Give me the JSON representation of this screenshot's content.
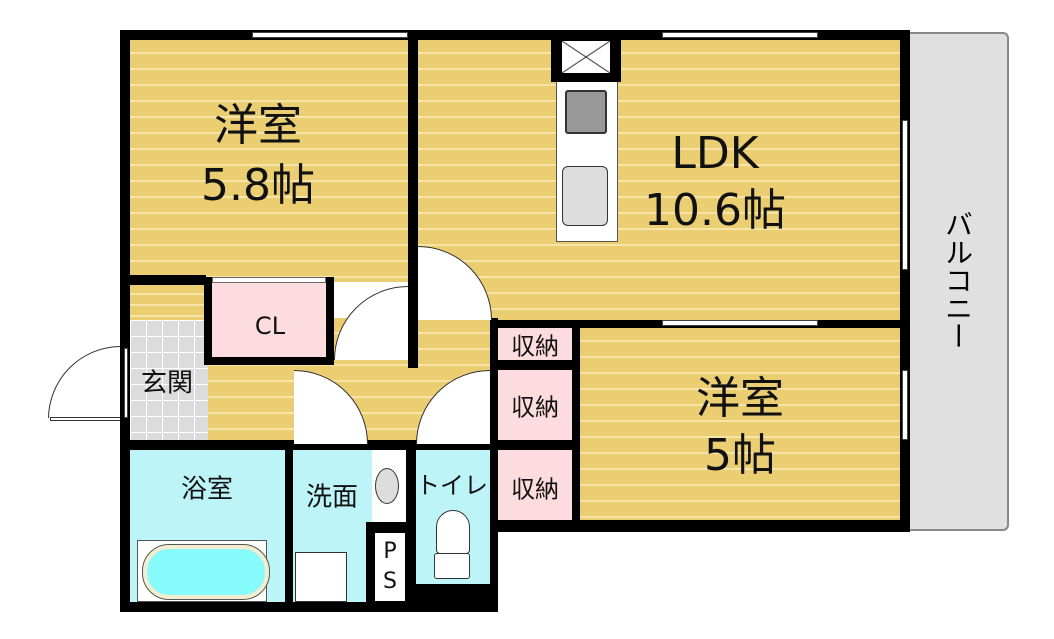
{
  "rooms": {
    "western1": {
      "name": "洋室",
      "size": "5.8帖"
    },
    "ldk": {
      "name": "LDK",
      "size": "10.6帖"
    },
    "western2": {
      "name": "洋室",
      "size": "5帖"
    },
    "closet": "CL",
    "entrance": "玄関",
    "bath": "浴室",
    "washroom": "洗面",
    "toilet": "トイレ",
    "storage": [
      "収納",
      "収納",
      "収納"
    ],
    "pipe_space": "PS",
    "balcony": "バルコニー"
  },
  "colors": {
    "floor": "#ebcd72",
    "wet": "#bdf4f7",
    "storage": "#fcdcdf",
    "balcony": "#e0e0e0",
    "tile": "#dcdcdc"
  }
}
